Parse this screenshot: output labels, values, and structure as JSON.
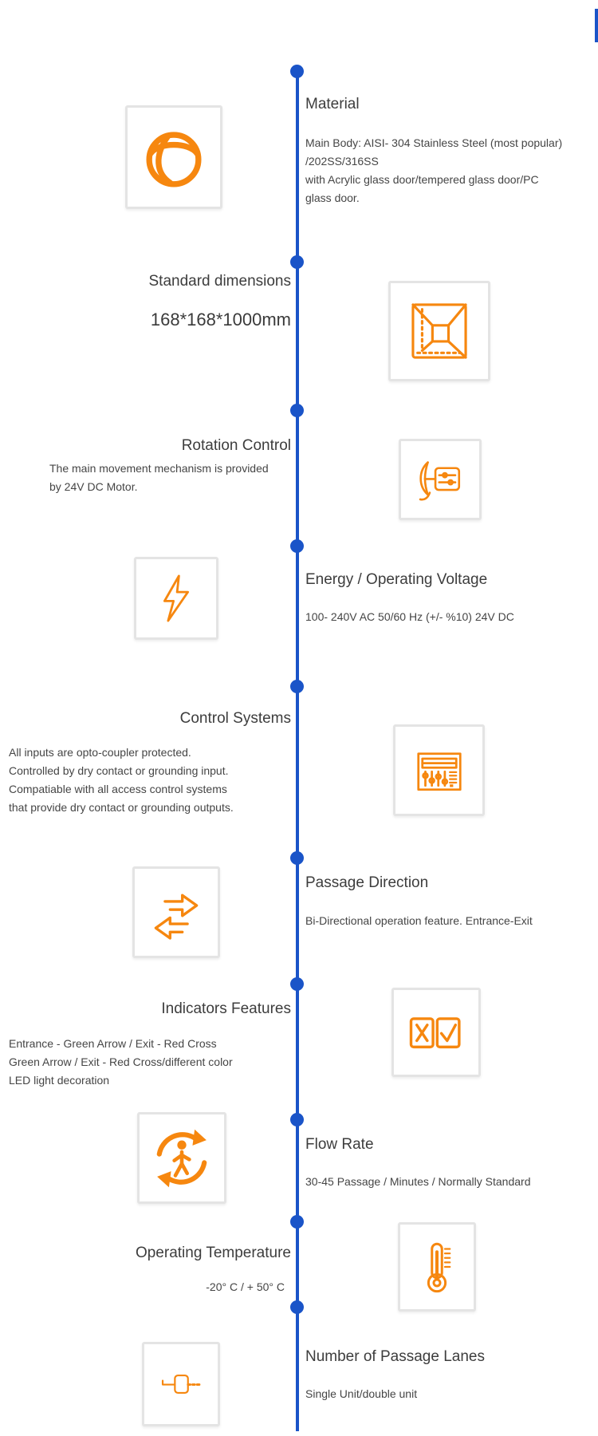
{
  "colors": {
    "accent_blue": "#1A54C8",
    "icon_orange": "#F6870F",
    "title_text": "#3D3D3D",
    "body_text": "#454545",
    "box_border": "#E4E4E4"
  },
  "sections": [
    {
      "title": "Material",
      "body": "Main Body: AISI- 304 Stainless Steel (most popular)\n/202SS/316SS\nwith Acrylic glass door/tempered glass door/PC\nglass door.",
      "icon": "globe-icon"
    },
    {
      "title": "Standard dimensions",
      "value": "168*168*1000mm",
      "icon": "cube-icon"
    },
    {
      "title": "Rotation Control",
      "body": "The main movement mechanism is provided\nby 24V DC Motor.",
      "icon": "motor-icon"
    },
    {
      "title": "Energy / Operating Voltage",
      "body": "100- 240V AC 50/60 Hz (+/- %10) 24V DC",
      "icon": "lightning-icon"
    },
    {
      "title": "Control Systems",
      "body": "All inputs are opto-coupler protected.\nControlled by dry contact or grounding input.\nCompatiable with all access control systems\nthat provide dry contact or grounding outputs.",
      "icon": "control-panel-icon"
    },
    {
      "title": "Passage Direction",
      "body": "Bi-Directional operation feature. Entrance-Exit",
      "icon": "double-arrow-icon"
    },
    {
      "title": "Indicators Features",
      "body": "Entrance - Green Arrow / Exit - Red Cross\nGreen Arrow / Exit - Red Cross/different color\nLED light decoration",
      "icon": "cross-check-icon"
    },
    {
      "title": "Flow Rate",
      "body": "30-45 Passage / Minutes / Normally Standard",
      "icon": "person-rotation-icon"
    },
    {
      "title": "Operating Temperature",
      "body": "-20° C / + 50° C",
      "icon": "thermometer-icon"
    },
    {
      "title": "Number of Passage Lanes",
      "body": "Single Unit/double unit",
      "icon": "turnstile-lane-icon"
    }
  ]
}
